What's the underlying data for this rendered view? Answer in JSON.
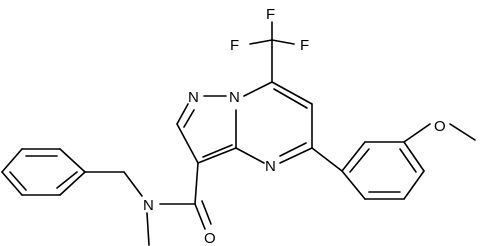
{
  "molecule": {
    "atoms": {
      "f1": "F",
      "f2": "F",
      "f3": "F",
      "n_pyrazole_top": "N",
      "n_bridge": "N",
      "n_pyrimidine": "N",
      "n_amide": "N",
      "o_methoxy": "O",
      "o_carbonyl": "O"
    },
    "colors": {
      "bond": "#000000",
      "label": "#000000",
      "background": "#ffffff"
    }
  }
}
